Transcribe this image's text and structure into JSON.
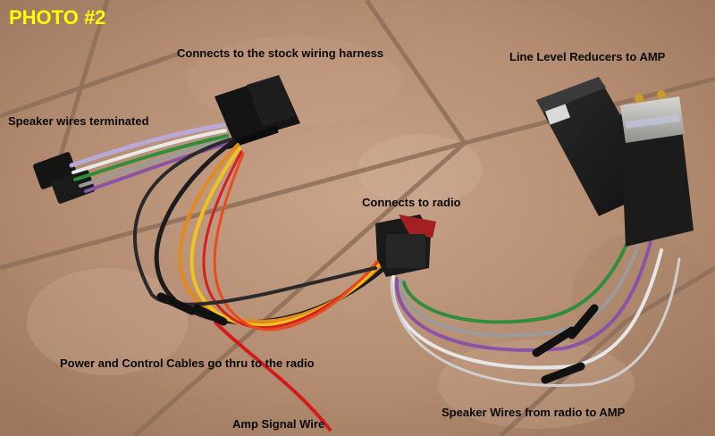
{
  "photo_title": "PHOTO #2",
  "labels": {
    "stock_harness": "Connects to the stock wiring harness",
    "line_level": "Line Level Reducers to AMP",
    "speaker_terminated": "Speaker wires terminated",
    "connects_radio": "Connects to radio",
    "power_control": "Power and Control Cables go thru to the radio",
    "speaker_wires_amp": "Speaker Wires from radio to AMP",
    "amp_signal": "Amp Signal Wire"
  },
  "colors": {
    "title": "#ffff00",
    "label_text": "#0a0a0a",
    "tile": "#b8927a",
    "grout": "#8e6f59"
  }
}
